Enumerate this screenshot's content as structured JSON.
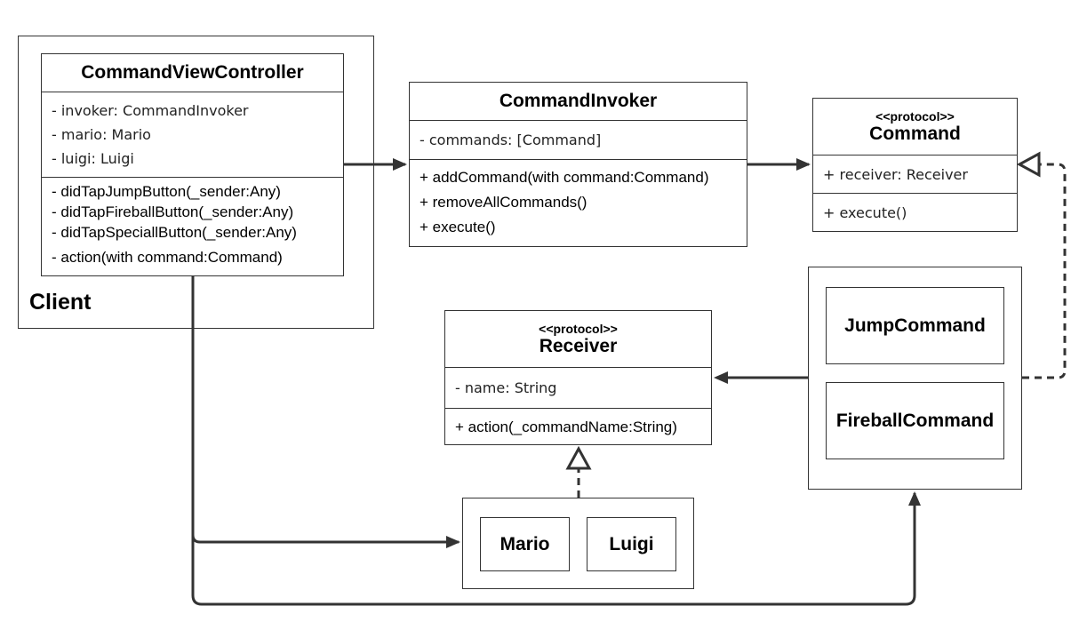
{
  "client": {
    "label": "Client",
    "controller": {
      "title": "CommandViewController",
      "attributes": [
        "- invoker: CommandInvoker",
        "- mario: Mario",
        "- luigi: Luigi"
      ],
      "methods": [
        "- didTapJumpButton(_sender:Any)",
        "- didTapFireballButton(_sender:Any)",
        "- didTapSpeciallButton(_sender:Any)",
        "- action(with command:Command)"
      ]
    }
  },
  "invoker": {
    "title": "CommandInvoker",
    "attributes": [
      "- commands: [Command]"
    ],
    "methods": [
      "+ addCommand(with command:Command)",
      "+ removeAllCommands()",
      "+ execute()"
    ]
  },
  "command": {
    "stereotype": "<<protocol>>",
    "title": "Command",
    "attributes": [
      "+ receiver: Receiver"
    ],
    "methods": [
      "+ execute()"
    ]
  },
  "receiver": {
    "stereotype": "<<protocol>>",
    "title": "Receiver",
    "attributes": [
      "- name: String"
    ],
    "methods": [
      "+ action(_commandName:String)"
    ]
  },
  "concrete_commands": [
    "JumpCommand",
    "FireballCommand"
  ],
  "concrete_receivers": [
    "Mario",
    "Luigi"
  ],
  "colors": {
    "line": "#333333",
    "background": "#ffffff"
  }
}
